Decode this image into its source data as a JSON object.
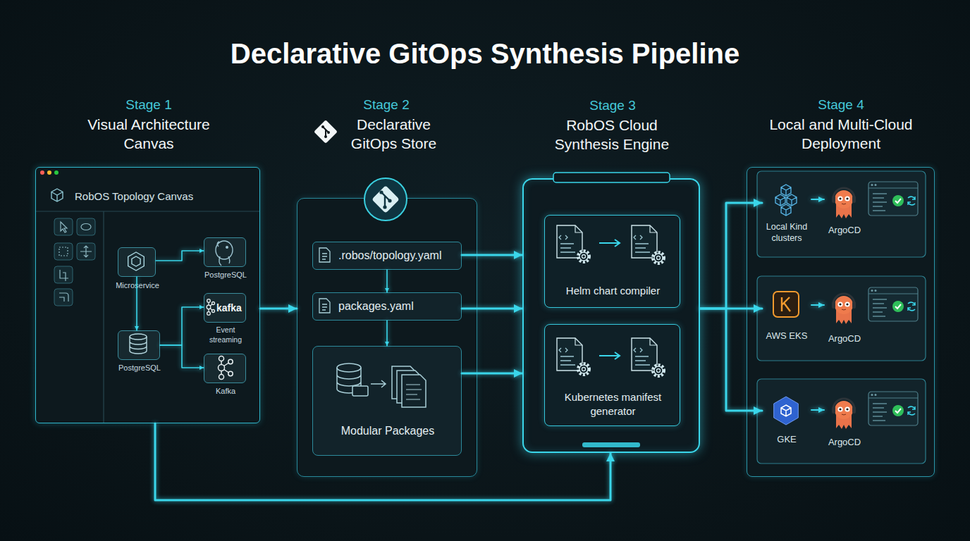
{
  "diagram": {
    "title": "Declarative GitOps Synthesis Pipeline",
    "nodes": [
      {
        "text": [
          "Stage 1",
          "Visual Architecture Canvas",
          "RobOS Topology Canvas"
        ]
      },
      {
        "text": [
          "Microservice"
        ],
        "in": 0
      },
      {
        "text": [
          "PostgreSQL"
        ],
        "in": 0
      },
      {
        "text": [
          "kafka",
          "Event streaming"
        ],
        "in": 0
      },
      {
        "text": [
          "PostgreSQL"
        ],
        "in": 0
      },
      {
        "text": [
          "Kafka"
        ],
        "in": 0
      },
      {
        "text": [
          "Stage 2",
          "Declarative GitOps Store"
        ]
      },
      {
        "text": [
          ".robos/topology.yaml"
        ],
        "in": 6
      },
      {
        "text": [
          "packages.yaml"
        ],
        "in": 6
      },
      {
        "text": [
          "Modular Packages"
        ],
        "in": 6
      },
      {
        "text": [
          "Stage 3",
          "RobOS Cloud Synthesis Engine"
        ]
      },
      {
        "text": [
          "Helm chart compiler"
        ],
        "in": 10
      },
      {
        "text": [
          "Kubernetes manifest generator"
        ],
        "in": 10
      },
      {
        "text": [
          "Stage 4",
          "Local and Multi-Cloud Deployment"
        ]
      },
      {
        "text": [
          "Local Kind clusters"
        ],
        "in": 13
      },
      {
        "text": [
          "ArgoCD"
        ],
        "in": 13
      },
      {
        "text": [
          "AWS EKS"
        ],
        "in": 13
      },
      {
        "text": [
          "ArgoCD"
        ],
        "in": 13
      },
      {
        "text": [
          "GKE"
        ],
        "in": 13
      },
      {
        "text": [
          "ArgoCD"
        ],
        "in": 13
      }
    ],
    "edges": [
      {
        "from": 1,
        "to": 2,
        "arrow": "to"
      },
      {
        "from": 1,
        "to": 4,
        "arrow": "to"
      },
      {
        "from": 4,
        "to": 3,
        "arrow": "to"
      },
      {
        "from": 4,
        "to": 5,
        "arrow": "to"
      },
      {
        "from": 0,
        "to": 6,
        "arrow": "to"
      },
      {
        "from": 7,
        "to": 8,
        "arrow": "to"
      },
      {
        "from": 8,
        "to": 9,
        "arrow": "to"
      },
      {
        "from": 7,
        "to": 10,
        "arrow": "to"
      },
      {
        "from": 8,
        "to": 10,
        "arrow": "to"
      },
      {
        "from": 9,
        "to": 10,
        "arrow": "to"
      },
      {
        "from": 10,
        "to": 14,
        "arrow": "to"
      },
      {
        "from": 10,
        "to": 16,
        "arrow": "to"
      },
      {
        "from": 10,
        "to": 18,
        "arrow": "to"
      },
      {
        "from": 14,
        "to": 15,
        "arrow": "to"
      },
      {
        "from": 16,
        "to": 17,
        "arrow": "to"
      },
      {
        "from": 18,
        "to": 19,
        "arrow": "to"
      },
      {
        "from": 0,
        "to": 10,
        "arrow": "to"
      }
    ]
  }
}
